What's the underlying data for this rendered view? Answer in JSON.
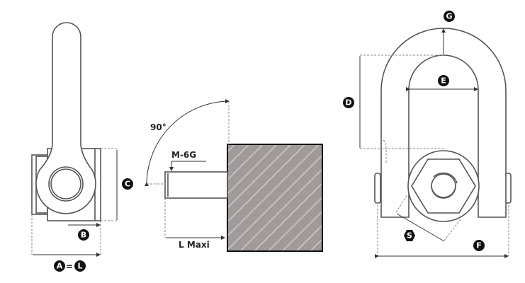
{
  "labels": {
    "a": "A",
    "equals": "=",
    "l": "L",
    "b": "B",
    "c": "C",
    "d": "D",
    "e": "E",
    "f": "F",
    "g": "G",
    "s": "S",
    "angle": "90°",
    "thread": "M-6G",
    "length": "L Maxi"
  },
  "colors": {
    "block": "#a09a9a",
    "line": "#555555",
    "badge": "#111111"
  }
}
